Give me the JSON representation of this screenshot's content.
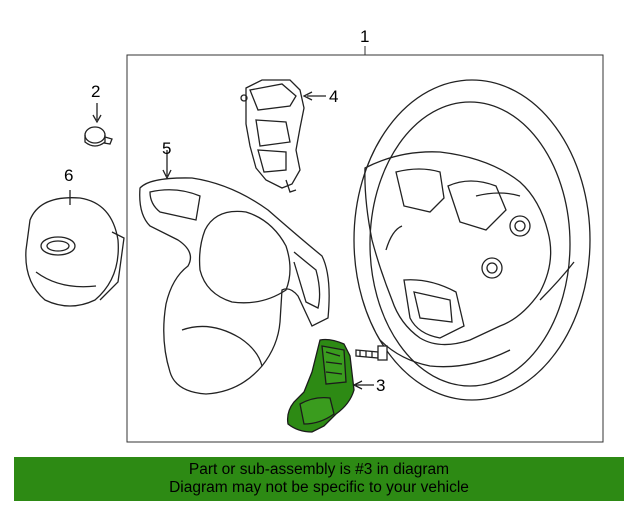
{
  "callouts": {
    "c1": "1",
    "c2": "2",
    "c3": "3",
    "c4": "4",
    "c5": "5",
    "c6": "6"
  },
  "banner": {
    "line1": "Part or sub-assembly is #3 in diagram",
    "line2": "Diagram may not be specific to your vehicle"
  },
  "colors": {
    "highlight": "#2d8a14",
    "line": "#222222"
  }
}
